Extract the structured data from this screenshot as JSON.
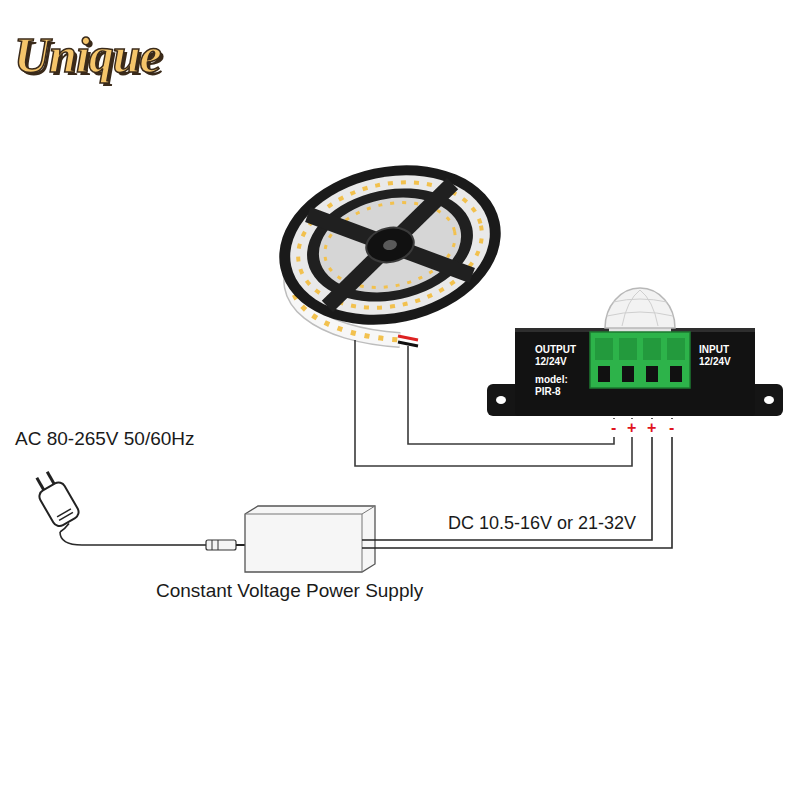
{
  "diagram": {
    "nodes": [
      {
        "text": [
          "OUTPUT 12/24V",
          "model: PIR-8",
          "INPUT 12/24V"
        ]
      },
      {
        "text": [
          "AC 80-265V 50/60Hz"
        ]
      },
      {
        "text": [
          "Constant Voltage Power Supply"
        ]
      }
    ],
    "edges": [
      {
        "from": 1,
        "to": 2,
        "arrow": "none"
      },
      {
        "from": 2,
        "to": 0,
        "label": "DC 10.5-16V or 21-32V",
        "arrow": "none"
      }
    ],
    "labels": [
      "Unique",
      "-",
      "+",
      "+",
      "-"
    ]
  }
}
